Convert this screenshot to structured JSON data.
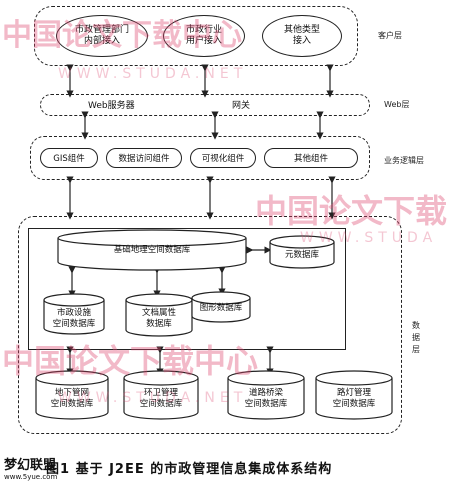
{
  "client_layer": {
    "label": "客户层",
    "nodes": [
      {
        "text": "市政管理部门\n内部接入"
      },
      {
        "text": "市政行业\n用户接入"
      },
      {
        "text": "其他类型\n接入"
      }
    ]
  },
  "web_layer": {
    "label": "Web层",
    "server": "Web服务器",
    "gateway": "网关"
  },
  "business_layer": {
    "label": "业务逻辑层",
    "components": [
      "GIS组件",
      "数据访问组件",
      "可视化组件",
      "其他组件"
    ]
  },
  "data_layer": {
    "label": "数据层",
    "base_db": "基础地理空间数据库",
    "meta_db": "元数据库",
    "inner_dbs": [
      "市政设施\n空间数据库",
      "文档属性\n数据库",
      "图形数据库"
    ],
    "bottom_dbs": [
      "地下管网\n空间数据库",
      "环卫管理\n空间数据库",
      "道路桥梁\n空间数据库",
      "路灯管理\n空间数据库"
    ]
  },
  "caption": "图1 基于 J2EE 的市政管理信息集成体系结构",
  "watermarks": {
    "brand": "中国论文下载中心",
    "brand_short": "中国论文下载",
    "url": "WWW.STUDA.NET",
    "url_short": "WWW.STUDA"
  },
  "site": {
    "logo": "梦幻联盟",
    "url": "www.5yue.com"
  }
}
